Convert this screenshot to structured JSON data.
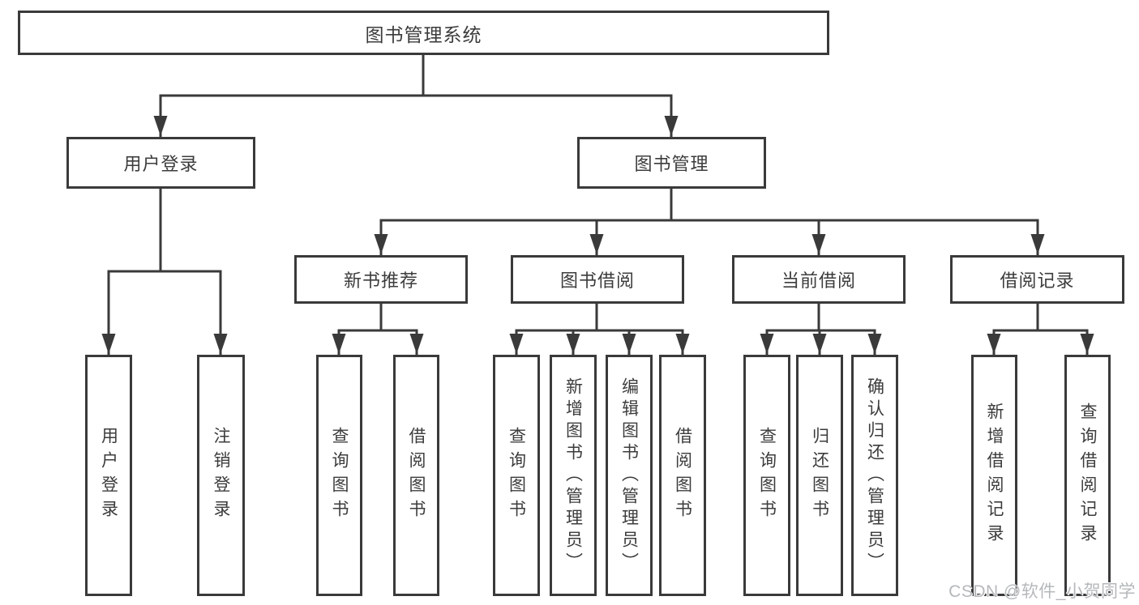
{
  "diagram": {
    "root": {
      "label": "图书管理系统",
      "children": [
        {
          "label": "用户登录",
          "children": [
            {
              "label": "用户登录"
            },
            {
              "label": "注销登录"
            }
          ]
        },
        {
          "label": "图书管理",
          "children": [
            {
              "label": "新书推荐",
              "children": [
                {
                  "label": "查询图书"
                },
                {
                  "label": "借阅图书"
                }
              ]
            },
            {
              "label": "图书借阅",
              "children": [
                {
                  "label": "查询图书"
                },
                {
                  "label": "新增图书（管理员）"
                },
                {
                  "label": "编辑图书（管理员）"
                },
                {
                  "label": "借阅图书"
                }
              ]
            },
            {
              "label": "当前借阅",
              "children": [
                {
                  "label": "查询图书"
                },
                {
                  "label": "归还图书"
                },
                {
                  "label": "确认归还（管理员）"
                }
              ]
            },
            {
              "label": "借阅记录",
              "children": [
                {
                  "label": "新增借阅记录"
                },
                {
                  "label": "查询借阅记录"
                }
              ]
            }
          ]
        }
      ]
    }
  },
  "watermark": {
    "text": "CSDN @软件_小贺同学"
  },
  "colors": {
    "line": "#3a3a3a",
    "text": "#3c3c3c",
    "box_fill": "#ffffff",
    "background": "#ffffff",
    "watermark": "#b5b8bb"
  }
}
